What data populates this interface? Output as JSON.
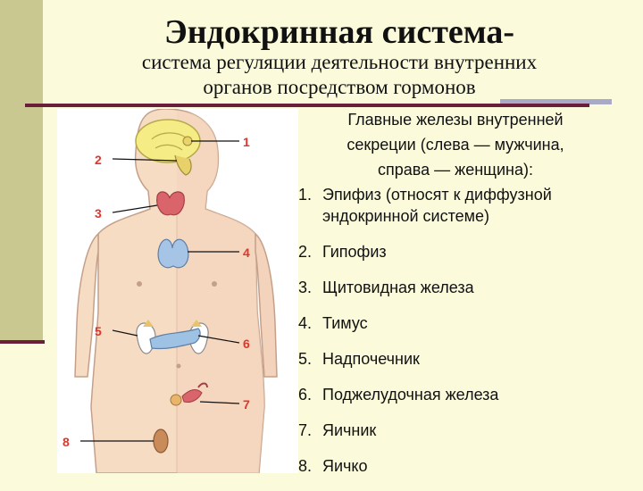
{
  "slide": {
    "title": "Эндокринная система-",
    "subtitle_line1": "система регуляции деятельности внутренних",
    "subtitle_line2": "органов посредством гормонов"
  },
  "colors": {
    "background": "#fbfbdc",
    "left_bar": "#c9c890",
    "accent_rule": "#6b1e3a",
    "marker_label": "#e0352b"
  },
  "figure": {
    "markers": [
      "1",
      "2",
      "3",
      "4",
      "5",
      "6",
      "7",
      "8"
    ]
  },
  "intro": {
    "line1": "Главные железы внутренней",
    "line2": "секреции (слева — мужчина,",
    "line3": "справа — женщина):"
  },
  "glands": [
    {
      "num": "1.",
      "text": "Эпифиз (относят к диффузной эндокринной системе)"
    },
    {
      "num": "2.",
      "text": "Гипофиз"
    },
    {
      "num": "3.",
      "text": "Щитовидная железа"
    },
    {
      "num": "4.",
      "text": "Тимус"
    },
    {
      "num": "5.",
      "text": "Надпочечник"
    },
    {
      "num": "6.",
      "text": "Поджелудочная железа"
    },
    {
      "num": "7.",
      "text": "Яичник"
    },
    {
      "num": "8.",
      "text": "Яичко"
    }
  ]
}
